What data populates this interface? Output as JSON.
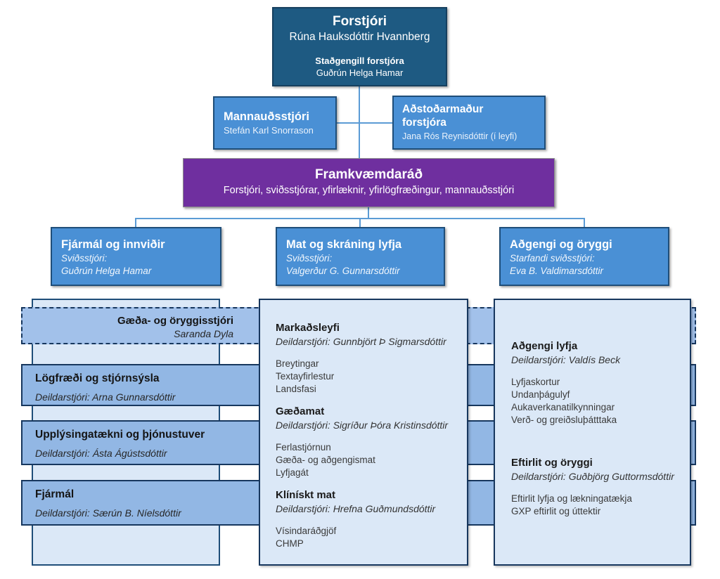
{
  "colors": {
    "ceo_box": "#1e5a82",
    "medium_blue": "#4a90d5",
    "purple": "#6f2f9f",
    "light_blue": "#dbe8f7",
    "band_blue": "#92b7e4",
    "border_navy": "#17375e",
    "connector": "#5b9bd5"
  },
  "ceo": {
    "title": "Forstjóri",
    "name": "Rúna Hauksdóttir Hvannberg",
    "deputy_title": "Staðgengill forstjóra",
    "deputy_name": "Guðrún Helga Hamar"
  },
  "hr": {
    "title": "Mannauðsstjóri",
    "name": "Stefán Karl Snorrason"
  },
  "assistant": {
    "title": "Aðstoðarmaður forstjóra",
    "name": "Jana Rós Reynisdóttir (í leyfi)"
  },
  "executive_board": {
    "title": "Framkvæmdaráð",
    "members": "Forstjóri, sviðsstjórar, yfirlæknir, yfirlögfræðingur, mannauðsstjóri"
  },
  "divisions": [
    {
      "title": "Fjármál og innviðir",
      "role": "Sviðsstjóri:",
      "name": "Guðrún Helga Hamar"
    },
    {
      "title": "Mat og skráning lyfja",
      "role": "Sviðsstjóri:",
      "name": "Valgerður G. Gunnarsdóttir"
    },
    {
      "title": "Aðgengi og öryggi",
      "role": "Starfandi sviðsstjóri:",
      "name": "Eva B. Valdimarsdóttir"
    }
  ],
  "quality_band": {
    "title": "Gæða- og öryggisstjóri",
    "name": "Saranda Dyla"
  },
  "left_departments": [
    {
      "title": "Lögfræði og stjórnsýsla",
      "manager": "Deildarstjóri: Arna Gunnarsdóttir"
    },
    {
      "title": "Upplýsingatækni og þjónustuver",
      "manager": "Deildarstjóri: Ásta Ágústsdóttir"
    },
    {
      "title": "Fjármál",
      "manager": "Deildarstjóri: Særún B. Níelsdóttir"
    }
  ],
  "middle_column": {
    "sections": [
      {
        "title": "Markaðsleyfi",
        "manager": "Deildarstjóri: Gunnbjört Þ Sigmarsdóttir",
        "items": [
          "Breytingar",
          "Textayfirlestur",
          "Landsfasi"
        ]
      },
      {
        "title": "Gæðamat",
        "manager": "Deildarstjóri: Sigríður Þóra Kristinsdóttir",
        "items": [
          "Ferlastjórnun",
          "Gæða- og aðgengismat",
          "Lyfjagát"
        ]
      },
      {
        "title": "Klínískt mat",
        "manager": "Deildarstjóri: Hrefna Guðmundsdóttir",
        "items": [
          "Vísindaráðgjöf",
          "CHMP"
        ]
      }
    ]
  },
  "right_column": {
    "sections": [
      {
        "title": "Aðgengi lyfja",
        "manager": "Deildarstjóri: Valdís Beck",
        "items": [
          "Lyfjaskortur",
          "Undanþágulyf",
          "Aukaverkanatilkynningar",
          "Verð- og greiðsluþátttaka"
        ]
      },
      {
        "title": "Eftirlit og öryggi",
        "manager": "Deildarstjóri: Guðbjörg Guttormsdóttir",
        "items": [
          "Eftirlit lyfja og lækningatækja",
          "GXP eftirlit og úttektir"
        ]
      }
    ]
  }
}
